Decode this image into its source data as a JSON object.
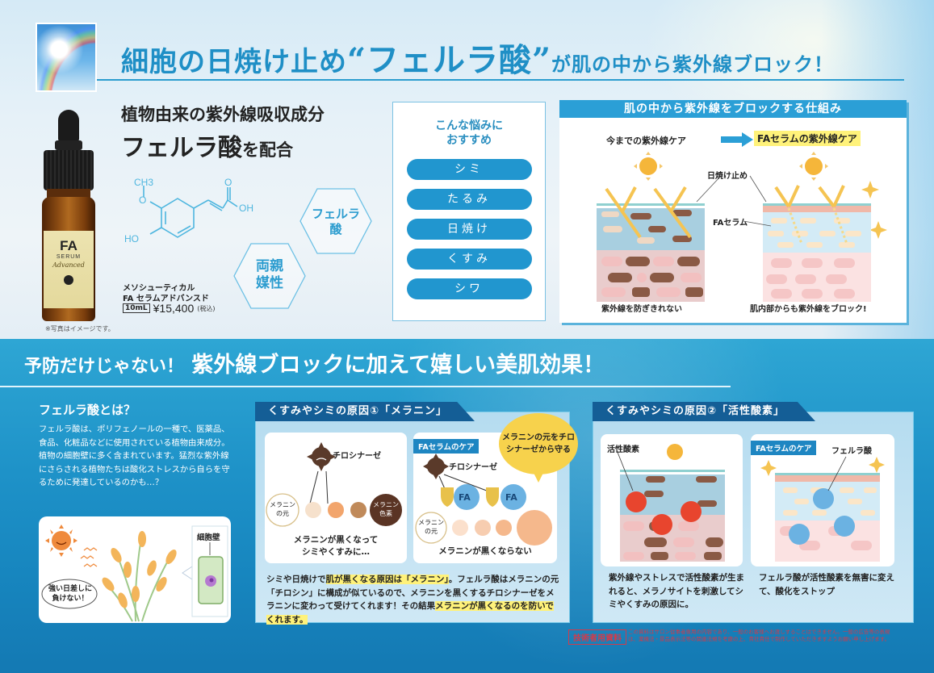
{
  "header": {
    "title_part1": "細胞の日焼け止め",
    "title_quote": "“フェルラ酸”",
    "title_part2": "が肌の中から紫外線ブロック！"
  },
  "product": {
    "lead_line1": "植物由来の紫外線吸収成分",
    "lead_line2_main": "フェルラ酸",
    "lead_line2_suffix": "を配合",
    "bottle_label": {
      "brand": "FA",
      "type": "SERUM",
      "script": "Advanced"
    },
    "molecule_labels": {
      "methyl": "CH3",
      "oxygen": "O",
      "hydroxyl": "HO",
      "carbonyl": "O",
      "acid": "OH"
    },
    "hex_badges": [
      {
        "line1": "フェルラ",
        "line2": "酸"
      },
      {
        "line1": "両親",
        "line2": "媒性"
      }
    ],
    "maker": "メソシューティカル",
    "name": "FA セラムアドバンスド",
    "volume": "10mL",
    "price": "¥15,400",
    "tax_note": "(税込)",
    "photo_note": "※写真はイメージです。"
  },
  "concerns": {
    "heading_line1": "こんな悩みに",
    "heading_line2": "おすすめ",
    "items": [
      "シミ",
      "たるみ",
      "日焼け",
      "くすみ",
      "シワ"
    ]
  },
  "mechanism": {
    "title": "肌の中から紫外線をブロックする仕組み",
    "before_label": "今までの紫外線ケア",
    "after_label": "FAセラムの紫外線ケア",
    "sunscreen_label": "日焼け止め",
    "fa_serum_label": "FAセラム",
    "before_caption": "紫外線を防ぎきれない",
    "after_caption": "肌内部からも紫外線をブロック!"
  },
  "section2": {
    "title_part1": "予防だけじゃない！",
    "title_part2": "紫外線ブロックに加えて嬉しい美肌効果！"
  },
  "what_is": {
    "title": "フェルラ酸とは？",
    "paragraph1": "フェルラ酸は、ポリフェノールの一種で、医薬品、食品、化粧品などに使用されている植物由来成分。",
    "paragraph2": "植物の細胞壁に多く含まれています。猛烈な紫外線にさらされる植物たちは酸化ストレスから自らを守るために発達しているのかも…？",
    "speech": "強い日差しに負けない！",
    "cell_wall_label": "細胞壁"
  },
  "cause1": {
    "tab": "くすみやシミの原因①「メラニン」",
    "bubble": "メラニンの元をチロシナーゼから守る",
    "left": {
      "enzyme": "チロシナーゼ",
      "origin": "メラニンの元",
      "pigment": "メラニン色素",
      "caption_line1": "メラニンが黒くなって",
      "caption_line2": "シミやくすみに…"
    },
    "right": {
      "tag": "FAセラムのケア",
      "enzyme": "チロシナーゼ",
      "fa": "FA",
      "origin": "メラニンの元",
      "caption": "メラニンが黒くならない"
    },
    "description": {
      "s1": "シミや日焼けで",
      "h1": "肌が黒くなる原因は「メラニン」",
      "s2": "。フェルラ酸はメラニンの元「チロシン」に構成が似ているので、メラニンを黒くするチロシナーゼをメラニンに変わって受けてくれます！その結果",
      "h2": "メラニンが黒くなるのを防いでくれます。"
    }
  },
  "cause2": {
    "tab": "くすみやシミの原因②「活性酸素」",
    "left": {
      "label": "活性酸素",
      "caption": "紫外線やストレスで活性酸素が生まれると、メラノサイトを刺激してシミやくすみの原因に。"
    },
    "right": {
      "tag": "FAセラムのケア",
      "label": "フェルラ酸",
      "caption": "フェルラ酸が活性酸素を無害に変えて、酸化をストップ"
    }
  },
  "footer": {
    "badge": "技術者用資料",
    "note": "この資料はサロン従事者専用の内容であり、一般のお客様へお渡しすることはできません。一般の広告等の表現は、薬機法・景品表示法等の関連法規を考慮の上、貴社責任で制作していただきますようお願い申し上げます。"
  },
  "colors": {
    "accent_blue": "#2196cf",
    "title_blue": "#1f8fc6",
    "dark_tab": "#145e96",
    "highlight_yellow": "#fff27a",
    "bubble_yellow": "#f7d24c",
    "warning_red": "#d23b4a"
  }
}
